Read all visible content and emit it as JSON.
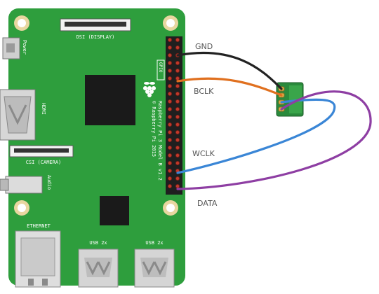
{
  "board": {
    "name": "Raspberry Pi 3 Model B v1.2",
    "copyright": "© Raspberry Pi 2015",
    "header_label": "GPIO",
    "dsi_label": "DSI (DISPLAY)",
    "csi_label": "CSI (CAMERA)",
    "hdmi_label": "HDMI",
    "power_label": "Power",
    "audio_label": "Audio",
    "ethernet_label": "ETHERNET",
    "usb_left_label": "USB 2x",
    "usb_right_label": "USB 2x",
    "pcb_color": "#2e9e3d"
  },
  "wires": [
    {
      "label": "GND",
      "color": "#222222"
    },
    {
      "label": "BCLK",
      "color": "#e0701f"
    },
    {
      "label": "WCLK",
      "color": "#3a86d6"
    },
    {
      "label": "DATA",
      "color": "#8e3ea3"
    }
  ],
  "module": {
    "pins": 4,
    "color": "#2a8a3c"
  }
}
